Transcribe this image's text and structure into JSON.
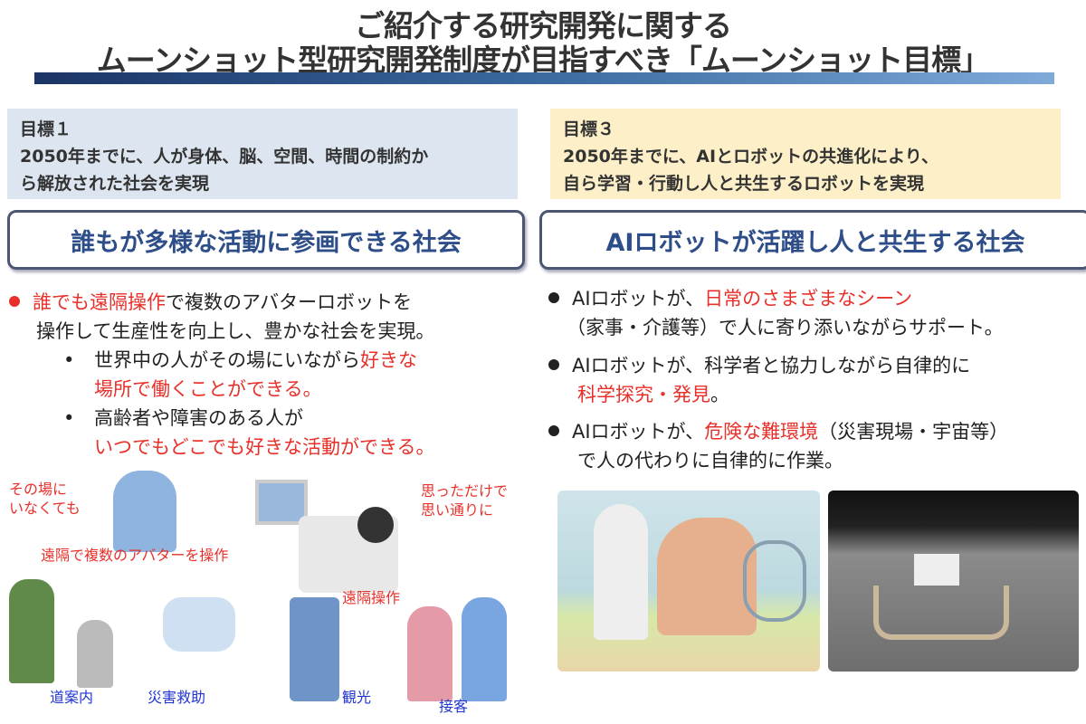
{
  "header": {
    "line1": "ご紹介する研究開発に関する",
    "line2": "ムーンショット型研究開発制度が目指すべき「ムーンショット目標」"
  },
  "left": {
    "goal_label": "目標１",
    "goal_line1": "2050年までに、人が身体、脳、空間、時間の制約か",
    "goal_line2": "ら解放された社会を実現",
    "headline": "誰もが多様な活動に参画できる社会",
    "bullet_a": "誰でも遠隔操作",
    "bullet_b": "で複数のアバターロボットを",
    "bullet_c": "操作して生産性を向上し、豊かな社会を実現。",
    "sub1_a": "世界中の人がその場にいながら",
    "sub1_b": "好きな",
    "sub1_c": "場所で働くことができる。",
    "sub2_a": "高齢者や障害のある人が",
    "sub2_b": "いつでもどこでも好きな活動ができる。",
    "bullet_marker": "•",
    "illustration": {
      "note1_a": "その場に",
      "note1_b": "いなくても",
      "note2": "遠隔で複数のアバターを操作",
      "note3_a": "思っただけで",
      "note3_b": "思い通りに",
      "note4": "遠隔操作",
      "labels": [
        "道案内",
        "災害救助",
        "観光",
        "接客"
      ]
    }
  },
  "right": {
    "goal_label": "目標３",
    "goal_line1": "2050年までに、AIとロボットの共進化により、",
    "goal_line2": "自ら学習・行動し人と共生するロボットを実現",
    "headline": "AIロボットが活躍し人と共生する社会",
    "b1_a": "AIロボットが、",
    "b1_b": "日常のさまざまなシーン",
    "b1_c": "（家事・介護等）で人に寄り添いながらサポート。",
    "b2_a": "AIロボットが、科学者と協力しながら自律的に",
    "b2_b": "科学探究・発見",
    "b2_c": "。",
    "b3_a": "AIロボットが、",
    "b3_b": "危険な難環境",
    "b3_c": "（災害現場・宇宙等）",
    "b3_d": "で人の代わりに自律的に作業。"
  },
  "colors": {
    "accent_red": "#e8302a",
    "headline_blue": "#2d4e88",
    "goal1_bg": "#dde6f0",
    "goal3_bg": "#fdf0c8"
  }
}
